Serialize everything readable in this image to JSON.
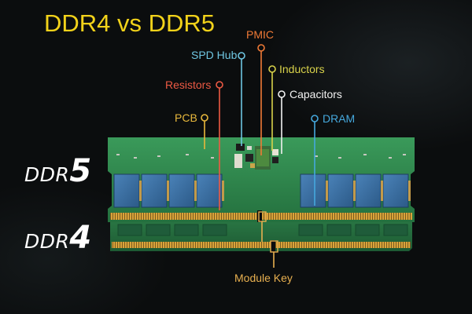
{
  "title": "DDR4 vs DDR5",
  "modules": {
    "top": {
      "prefix": "DDR",
      "generation": "5"
    },
    "bottom": {
      "prefix": "DDR",
      "generation": "4"
    }
  },
  "callouts": {
    "pmic": "PMIC",
    "spd_hub": "SPD Hub",
    "inductors": "Inductors",
    "resistors": "Resistors",
    "capacitors": "Capacitors",
    "pcb": "PCB",
    "dram": "DRAM",
    "module_key": "Module Key"
  },
  "colors": {
    "title": "#f2d21a",
    "pmic": "#f07a36",
    "spd_hub": "#6fc6e2",
    "inductors": "#d8d24a",
    "resistors": "#ee5a44",
    "capacitors": "#f2f2f2",
    "pcb": "#e8b83c",
    "dram": "#45a8dd",
    "module_key": "#e8b050",
    "pcb_green": "#2f8a4e",
    "dram_chip": "#3a6fa0"
  }
}
